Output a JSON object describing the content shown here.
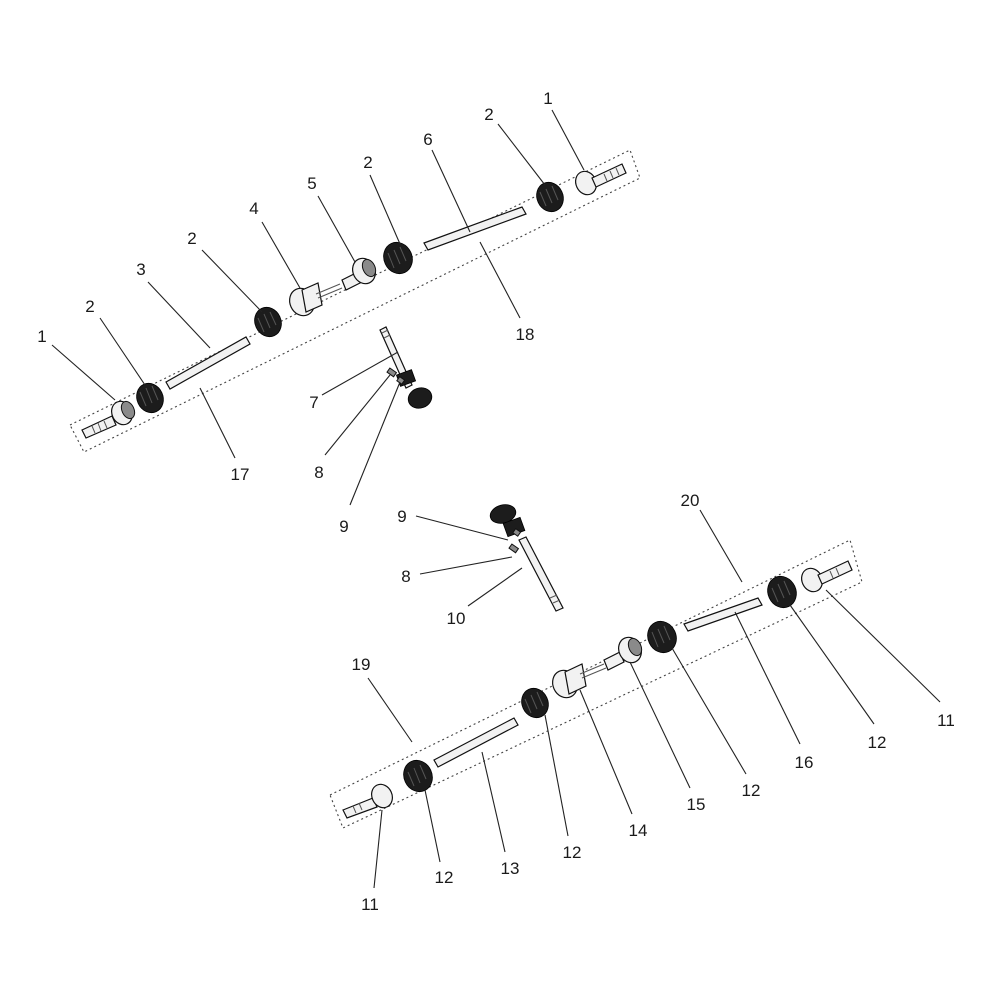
{
  "diagram": {
    "callouts": [
      {
        "id": "c-1a",
        "label": "1"
      },
      {
        "id": "c-1b",
        "label": "1"
      },
      {
        "id": "c-2a",
        "label": "2"
      },
      {
        "id": "c-2b",
        "label": "2"
      },
      {
        "id": "c-2c",
        "label": "2"
      },
      {
        "id": "c-2d",
        "label": "2"
      },
      {
        "id": "c-3",
        "label": "3"
      },
      {
        "id": "c-4",
        "label": "4"
      },
      {
        "id": "c-5",
        "label": "5"
      },
      {
        "id": "c-6",
        "label": "6"
      },
      {
        "id": "c-7",
        "label": "7"
      },
      {
        "id": "c-8a",
        "label": "8"
      },
      {
        "id": "c-8b",
        "label": "8"
      },
      {
        "id": "c-9a",
        "label": "9"
      },
      {
        "id": "c-9b",
        "label": "9"
      },
      {
        "id": "c-10",
        "label": "10"
      },
      {
        "id": "c-11a",
        "label": "11"
      },
      {
        "id": "c-11b",
        "label": "11"
      },
      {
        "id": "c-12a",
        "label": "12"
      },
      {
        "id": "c-12b",
        "label": "12"
      },
      {
        "id": "c-12c",
        "label": "12"
      },
      {
        "id": "c-12d",
        "label": "12"
      },
      {
        "id": "c-13",
        "label": "13"
      },
      {
        "id": "c-14",
        "label": "14"
      },
      {
        "id": "c-15",
        "label": "15"
      },
      {
        "id": "c-16",
        "label": "16"
      },
      {
        "id": "c-17",
        "label": "17"
      },
      {
        "id": "c-18",
        "label": "18"
      },
      {
        "id": "c-19",
        "label": "19"
      },
      {
        "id": "c-20",
        "label": "20"
      }
    ]
  }
}
